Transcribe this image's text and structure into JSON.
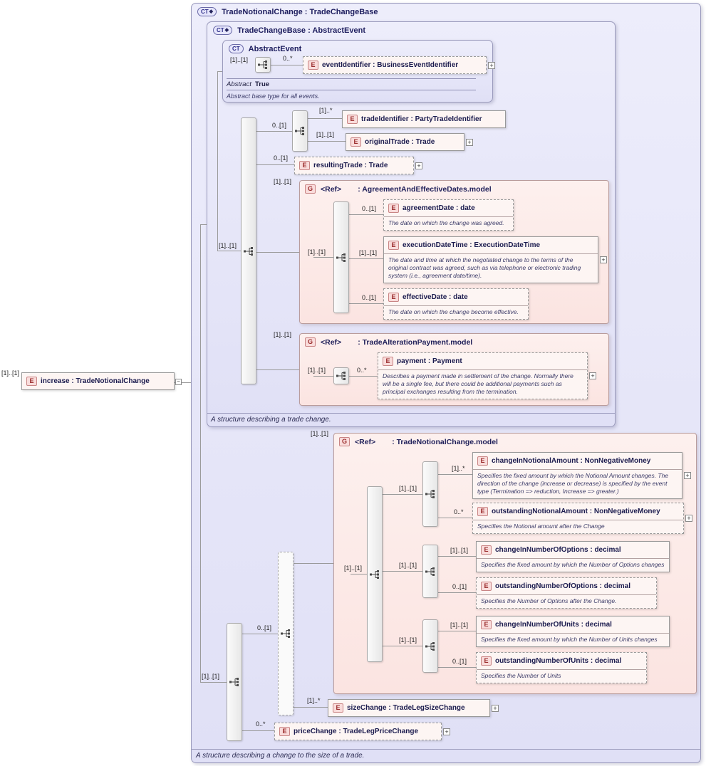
{
  "icons": {
    "element": "E",
    "group": "G",
    "complex_type": "CT",
    "derived": "◆",
    "expand": "+",
    "collapse": "−",
    "sequence": "sequence"
  },
  "root_element": {
    "cardinality": "[1]..[1]",
    "label": "increase : TradeNotionalChange"
  },
  "outer": {
    "title": "TradeNotionalChange : TradeChangeBase",
    "seq_cardinality": "[1]..[1]",
    "footer": "A structure describing a change to the size of a trade."
  },
  "base": {
    "title": "TradeChangeBase : AbstractEvent",
    "seq_cardinality": "[1]..[1]",
    "footer": "A structure describing a trade change."
  },
  "abstract_event": {
    "title": "AbstractEvent",
    "seq_cardinality": "[1]..[1]",
    "abstract_label": "Abstract",
    "abstract_value": "True",
    "annotation": "Abstract base type for all events."
  },
  "event_identifier": {
    "cardinality": "0..*",
    "label": "eventIdentifier : BusinessEventIdentifier"
  },
  "trade_group": {
    "cardinality": "0..[1]"
  },
  "trade_identifier": {
    "cardinality": "[1]..*",
    "label": "tradeIdentifier : PartyTradeIdentifier"
  },
  "original_trade": {
    "cardinality": "[1]..[1]",
    "label": "originalTrade : Trade"
  },
  "resulting_trade": {
    "cardinality": "0..[1]",
    "label": "resultingTrade : Trade"
  },
  "agreement_model": {
    "cardinality": "[1]..[1]",
    "seq_cardinality": "[1]..[1]",
    "ref": "<Ref>",
    "type": ": AgreementAndEffectiveDates.model"
  },
  "agreement_date": {
    "cardinality": "0..[1]",
    "label": "agreementDate : date",
    "annotation": "The date on which the change was agreed."
  },
  "execution_date_time": {
    "cardinality": "[1]..[1]",
    "label": "executionDateTime : ExecutionDateTime",
    "annotation": "The date and time at which the negotiated change to the terms of the original contract was agreed, such as via telephone or electronic trading system (i.e., agreement date/time)."
  },
  "effective_date": {
    "cardinality": "0..[1]",
    "label": "effectiveDate : date",
    "annotation": "The date on which the change become effective."
  },
  "payment_model": {
    "cardinality": "[1]..[1]",
    "seq_cardinality": "[1]..[1]",
    "ref": "<Ref>",
    "type": ": TradeAlterationPayment.model"
  },
  "payment": {
    "cardinality": "0..*",
    "label": "payment : Payment",
    "annotation": "Describes a payment made in settlement of the change. Normally there will be a single fee, but there could be additional payments such as principal exchanges resulting from the termination."
  },
  "notional_group": {
    "cardinality": "0..[1]"
  },
  "notional_model": {
    "cardinality": "[1]..[1]",
    "seq_cardinality": "[1]..[1]",
    "amount_seq_cardinality": "[1]..[1]",
    "options_seq_cardinality": "[1]..[1]",
    "units_seq_cardinality": "[1]..[1]",
    "ref": "<Ref>",
    "type": ": TradeNotionalChange.model"
  },
  "change_in_notional_amount": {
    "cardinality": "[1]..*",
    "label": "changeInNotionalAmount : NonNegativeMoney",
    "annotation": "Specifies the fixed amount by which the Notional Amount changes. The direction of the change (increase or decrease) is specified by the event type (Termination => reduction, Increase => greater.)"
  },
  "outstanding_notional_amount": {
    "cardinality": "0..*",
    "label": "outstandingNotionalAmount : NonNegativeMoney",
    "annotation": "Specifies the Notional amount after the Change"
  },
  "change_in_number_of_options": {
    "cardinality": "[1]..[1]",
    "label": "changeInNumberOfOptions : decimal",
    "annotation": "Specifies the fixed amount by which the Number of Options changes"
  },
  "outstanding_number_of_options": {
    "cardinality": "0..[1]",
    "label": "outstandingNumberOfOptions : decimal",
    "annotation": "Specifies the Number of Options after the Change."
  },
  "change_in_number_of_units": {
    "cardinality": "[1]..[1]",
    "label": "changeInNumberOfUnits : decimal",
    "annotation": "Specifies the fixed amount by which the Number of Units changes"
  },
  "outstanding_number_of_units": {
    "cardinality": "0..[1]",
    "label": "outstandingNumberOfUnits : decimal",
    "annotation": "Specifies the Number of Units"
  },
  "size_change": {
    "cardinality": "[1]..*",
    "label": "sizeChange : TradeLegSizeChange"
  },
  "price_change": {
    "cardinality": "0..*",
    "label": "priceChange : TradeLegPriceChange"
  }
}
